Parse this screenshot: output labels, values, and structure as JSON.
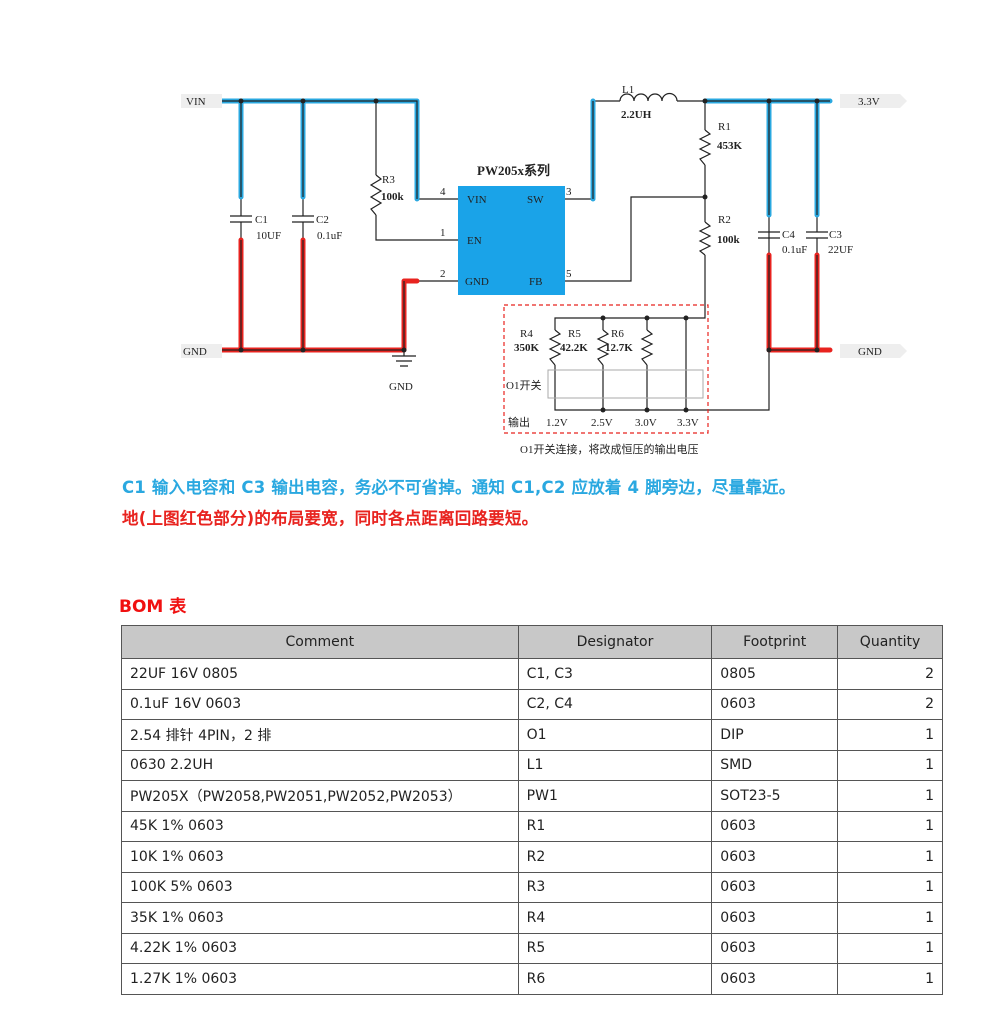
{
  "schematic": {
    "nets": {
      "vin": "VIN",
      "gnd_left": "GND",
      "gnd_symbol": "GND",
      "vout": "3.3V",
      "gnd_right": "GND"
    },
    "ic": {
      "title": "PW205x系列",
      "pins": {
        "vin": "VIN",
        "en": "EN",
        "gnd": "GND",
        "sw": "SW",
        "fb": "FB"
      },
      "pin_numbers": {
        "vin": "4",
        "en": "1",
        "gnd": "2",
        "sw": "3",
        "fb": "5"
      }
    },
    "components": {
      "c1": {
        "ref": "C1",
        "value": "10UF"
      },
      "c2": {
        "ref": "C2",
        "value": "0.1uF"
      },
      "r3": {
        "ref": "R3",
        "value": "100k"
      },
      "l1": {
        "ref": "L1",
        "value": "2.2UH"
      },
      "r1": {
        "ref": "R1",
        "value": "453K"
      },
      "r2": {
        "ref": "R2",
        "value": "100k"
      },
      "c4": {
        "ref": "C4",
        "value": "0.1uF"
      },
      "c3": {
        "ref": "C3",
        "value": "22UF"
      },
      "r4": {
        "ref": "R4",
        "value": "350K"
      },
      "r5": {
        "ref": "R5",
        "value": "42.2K"
      },
      "r6": {
        "ref": "R6",
        "value": "12.7K"
      }
    },
    "switch_label": "O1开关",
    "output_label": "输出",
    "outputs": [
      "1.2V",
      "2.5V",
      "3.0V",
      "3.3V"
    ],
    "caption": "O1开关连接，将改成恒压的输出电压",
    "colors": {
      "vin_trace": "#2aa8e0",
      "gnd_trace": "#e8231f",
      "ic_fill": "#1aa3e8"
    }
  },
  "notes": {
    "line1": "C1 输入电容和 C3 输出电容，务必不可省掉。通知 C1,C2 应放着 4 脚旁边，尽量靠近。",
    "line2": "地(上图红色部分)的布局要宽，同时各点距离回路要短。"
  },
  "bom": {
    "title": "BOM 表",
    "headers": [
      "Comment",
      "Designator",
      "Footprint",
      "Quantity"
    ],
    "rows": [
      [
        "22UF 16V 0805",
        "C1, C3",
        "0805",
        "2"
      ],
      [
        "0.1uF 16V 0603",
        "C2, C4",
        "0603",
        "2"
      ],
      [
        "2.54 排针 4PIN，2 排",
        "O1",
        "DIP",
        "1"
      ],
      [
        "0630 2.2UH",
        "L1",
        "SMD",
        "1"
      ],
      [
        "PW205X（PW2058,PW2051,PW2052,PW2053）",
        "PW1",
        "SOT23-5",
        "1"
      ],
      [
        "45K 1% 0603",
        "R1",
        "0603",
        "1"
      ],
      [
        "10K 1% 0603",
        "R2",
        "0603",
        "1"
      ],
      [
        "100K 5% 0603",
        "R3",
        "0603",
        "1"
      ],
      [
        "35K 1% 0603",
        "R4",
        "0603",
        "1"
      ],
      [
        "4.22K 1% 0603",
        "R5",
        "0603",
        "1"
      ],
      [
        "1.27K 1% 0603",
        "R6",
        "0603",
        "1"
      ]
    ]
  }
}
